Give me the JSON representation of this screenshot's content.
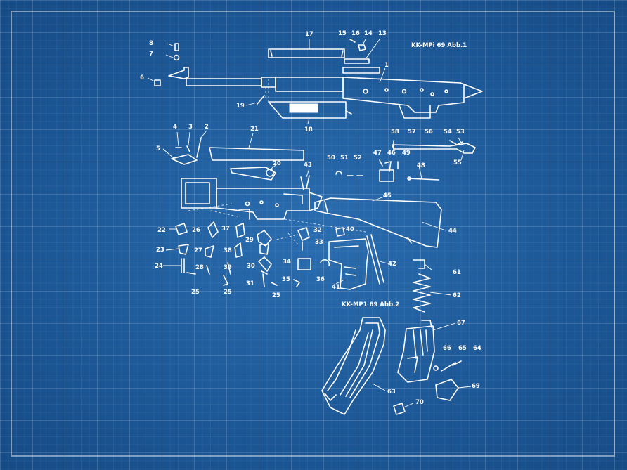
{
  "diagram": {
    "title_1": "KK-MPi 69 Abb.1",
    "title_2": "KK-MP1 69 Abb.2",
    "labels": [
      "1",
      "2",
      "3",
      "4",
      "5",
      "6",
      "7",
      "8",
      "13",
      "14",
      "15",
      "16",
      "17",
      "18",
      "19",
      "20",
      "21",
      "22",
      "23",
      "24",
      "25",
      "25",
      "25",
      "26",
      "27",
      "28",
      "29",
      "30",
      "31",
      "32",
      "33",
      "34",
      "35",
      "36",
      "37",
      "38",
      "39",
      "40",
      "41",
      "42",
      "43",
      "44",
      "45",
      "46",
      "47",
      "48",
      "49",
      "50",
      "51",
      "52",
      "53",
      "54",
      "55",
      "56",
      "57",
      "58",
      "61",
      "62",
      "63",
      "64",
      "65",
      "66",
      "67",
      "69",
      "70"
    ],
    "colors": {
      "background": "#1e5b9c",
      "line": "#ffffff"
    }
  }
}
